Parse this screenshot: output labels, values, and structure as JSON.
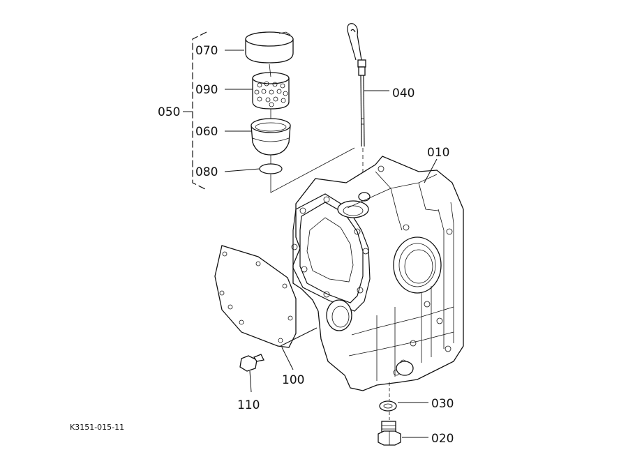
{
  "drawing_code": "K3151-015-11",
  "callouts": {
    "p010": "010",
    "p020": "020",
    "p030": "030",
    "p040": "040",
    "p050": "050",
    "p060": "060",
    "p070": "070",
    "p080": "080",
    "p090": "090",
    "p100": "100",
    "p110": "110"
  },
  "colors": {
    "line": "#111111",
    "background": "#ffffff"
  }
}
